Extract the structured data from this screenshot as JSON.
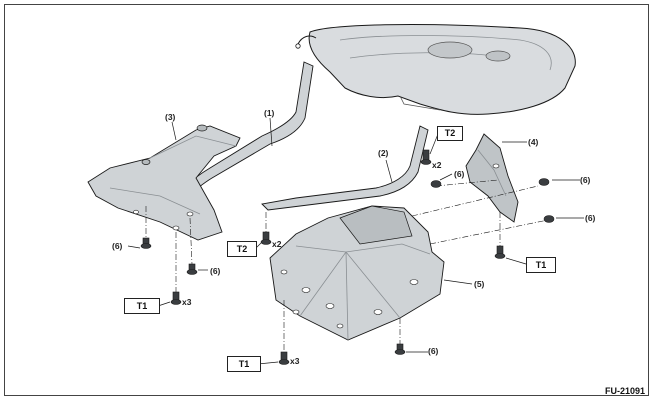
{
  "figure_code": "FU-21091",
  "part_labels": {
    "p1": "(1)",
    "p2": "(2)",
    "p3": "(3)",
    "p4": "(4)",
    "p5": "(5)",
    "p6": "(6)"
  },
  "torque_labels": {
    "t1": "T1",
    "t2": "T2"
  },
  "quantities": {
    "x2": "x2",
    "x3": "x3"
  },
  "colors": {
    "outline": "#1a1a1a",
    "part_fill": "#cfd3d6",
    "part_shade": "#a9aeb2",
    "tank_fill": "#d9dcdf"
  }
}
